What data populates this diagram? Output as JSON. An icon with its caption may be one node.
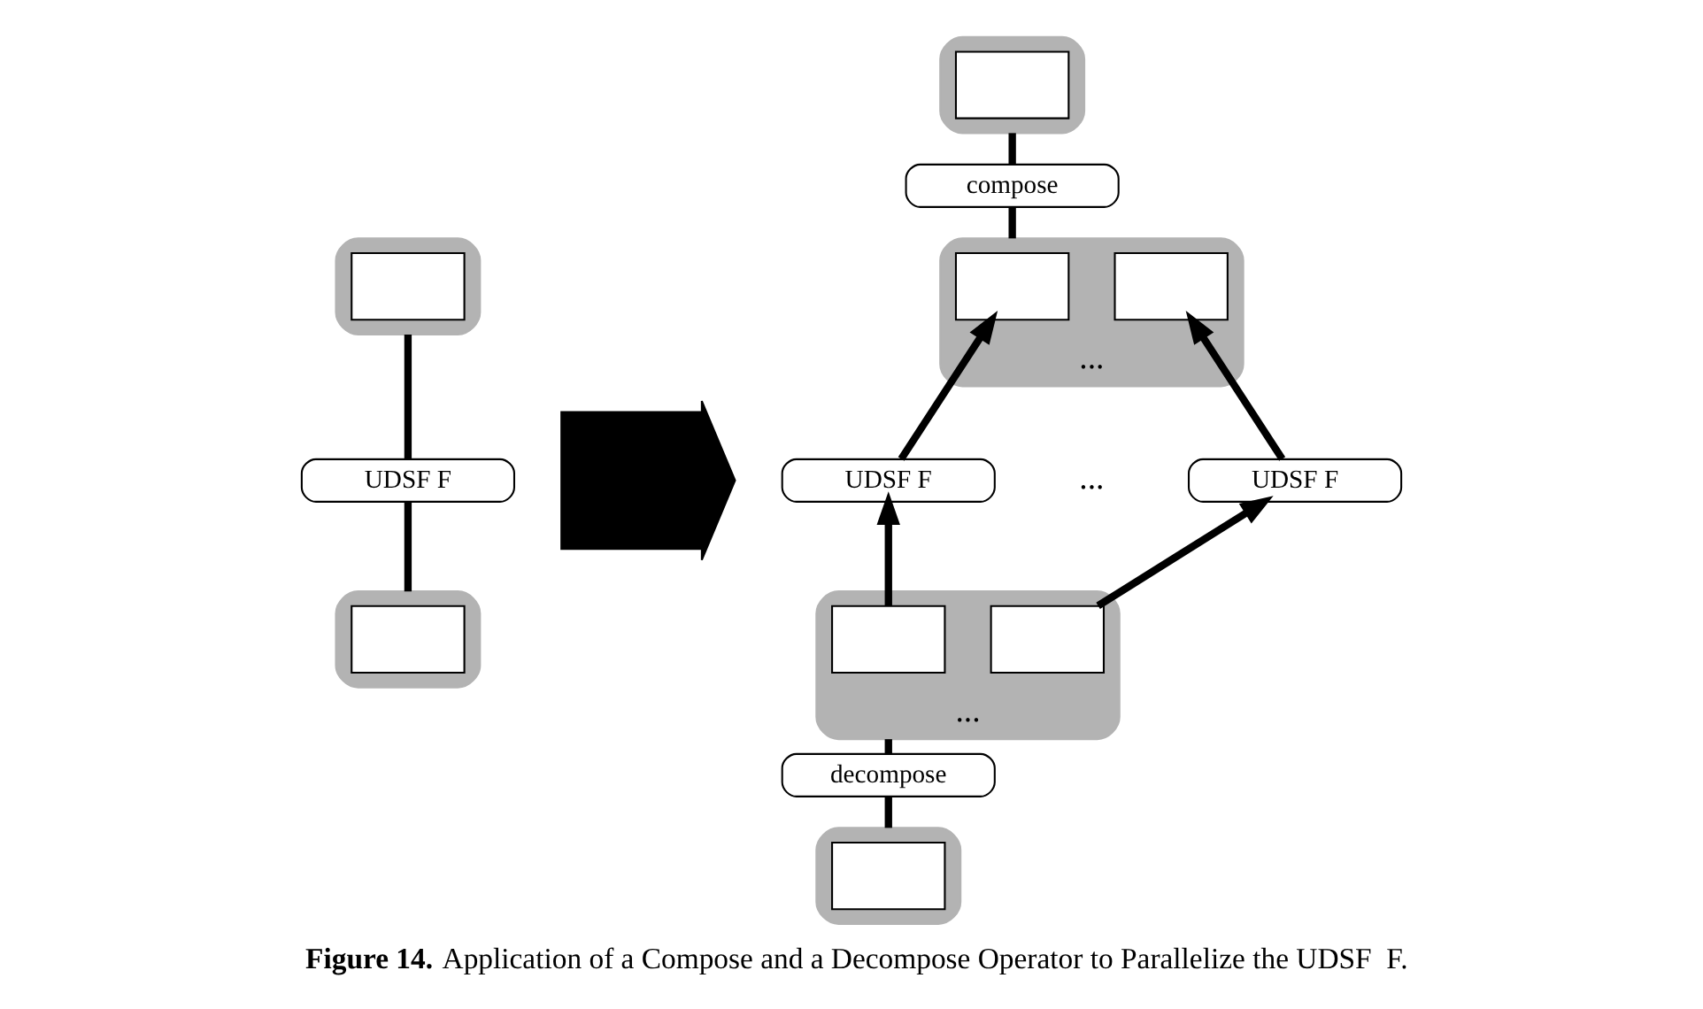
{
  "diagram": {
    "caption": "**Figure 14.** Application of a Compose and a Decompose Operator to Parallelize the UDSF  F.",
    "nodes": [
      {
        "text": [],
        "shape": "ellipse"
      },
      {
        "text": [],
        "shape": "box",
        "in": 0
      },
      {
        "text": [
          "UDSF F"
        ]
      },
      {
        "text": [],
        "shape": "ellipse"
      },
      {
        "text": [],
        "shape": "box",
        "in": 3
      },
      {
        "text": [],
        "shape": "arrow"
      },
      {
        "text": [],
        "shape": "ellipse"
      },
      {
        "text": [],
        "shape": "box",
        "in": 6
      },
      {
        "text": [
          "compose"
        ]
      },
      {
        "text": [
          "..."
        ]
      },
      {
        "text": [],
        "shape": "box",
        "in": 9
      },
      {
        "text": [],
        "shape": "box",
        "in": 9
      },
      {
        "text": [
          "UDSF F"
        ]
      },
      {
        "text": [
          "UDSF F"
        ]
      },
      {
        "text": [
          "..."
        ]
      },
      {
        "text": [],
        "shape": "box",
        "in": 14
      },
      {
        "text": [],
        "shape": "box",
        "in": 14
      },
      {
        "text": [
          "decompose"
        ]
      },
      {
        "text": [],
        "shape": "ellipse"
      },
      {
        "text": [],
        "shape": "box",
        "in": 18
      }
    ],
    "edges": [
      {
        "from": 3,
        "to": 2,
        "arrow": "none"
      },
      {
        "from": 2,
        "to": 0,
        "arrow": "none"
      },
      {
        "from": 18,
        "to": 17,
        "arrow": "none"
      },
      {
        "from": 17,
        "to": 14,
        "arrow": "none"
      },
      {
        "from": 15,
        "to": 12,
        "arrow": "to"
      },
      {
        "from": 16,
        "to": 13,
        "arrow": "to"
      },
      {
        "from": 12,
        "to": 10,
        "arrow": "to"
      },
      {
        "from": 13,
        "to": 11,
        "arrow": "to"
      },
      {
        "from": 9,
        "to": 8,
        "arrow": "none"
      },
      {
        "from": 8,
        "to": 6,
        "arrow": "none"
      }
    ],
    "labels": [
      "..."
    ]
  }
}
